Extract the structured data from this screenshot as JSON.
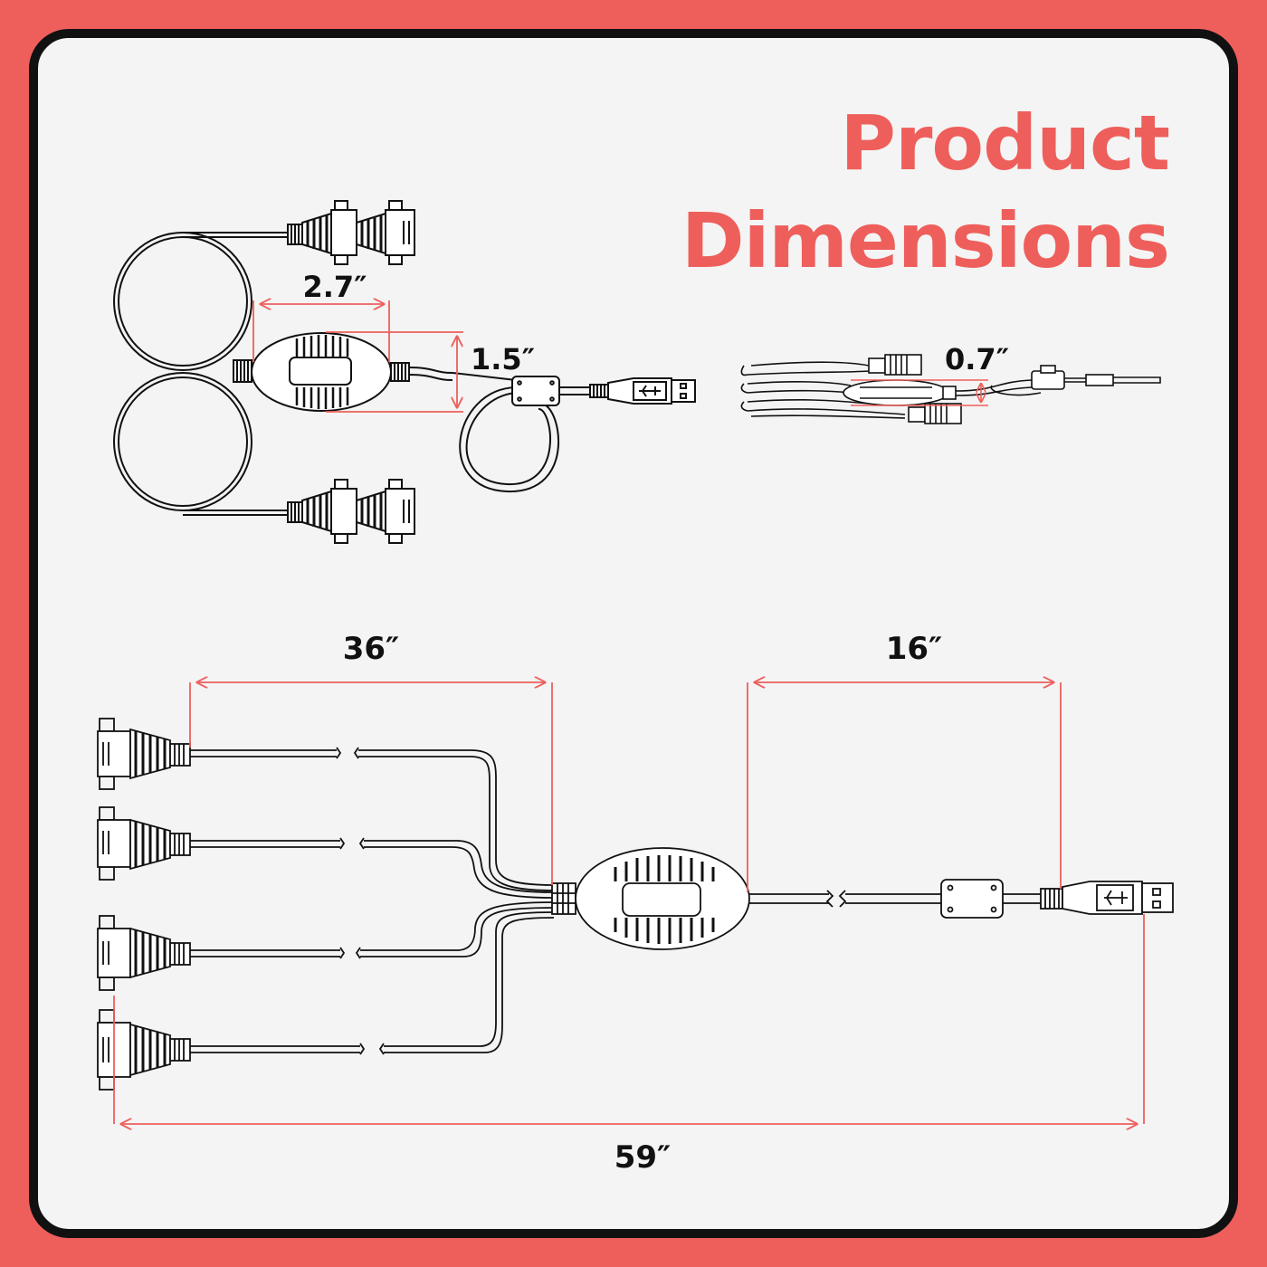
{
  "title": {
    "line1": "Product",
    "line2": "Dimensions"
  },
  "colors": {
    "accent": "#ee5f5b",
    "frame": "#111111",
    "background": "#f4f4f4",
    "line": "#111111"
  },
  "dimensions": {
    "hub_length": "2.7″",
    "hub_height": "1.5″",
    "hub_thickness": "0.7″",
    "serial_cable_length": "36″",
    "usb_cable_length": "16″",
    "total_length": "59″"
  }
}
